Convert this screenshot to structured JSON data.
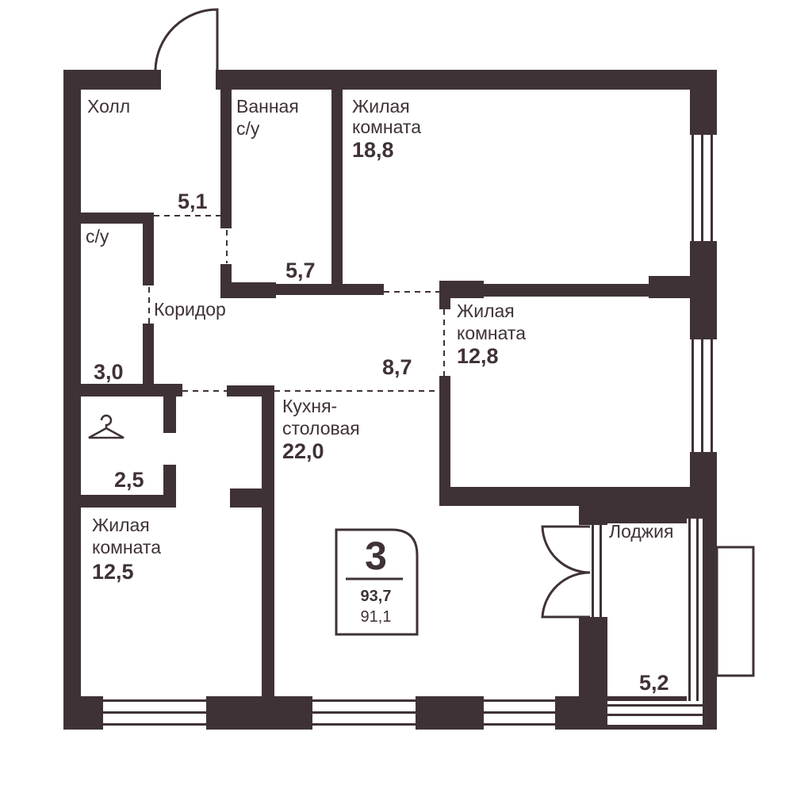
{
  "colors": {
    "wall": "#3f3236",
    "background": "#ffffff",
    "dashed": "#3f3236"
  },
  "rooms": {
    "hall": {
      "name": "Холл",
      "area": "5,1"
    },
    "bathroom": {
      "name_line1": "Ванная",
      "name_line2": "с/у",
      "area": "5,7"
    },
    "living1": {
      "name_line1": "Жилая",
      "name_line2": "комната",
      "area": "18,8"
    },
    "wc": {
      "name": "с/у",
      "area": "3,0"
    },
    "corridor": {
      "name": "Коридор",
      "area": "8,7"
    },
    "living2": {
      "name_line1": "Жилая",
      "name_line2": "комната",
      "area": "12,8"
    },
    "kitchen": {
      "name_line1": "Кухня-",
      "name_line2": "столовая",
      "area": "22,0"
    },
    "wardrobe": {
      "icon": "hanger-icon",
      "area": "2,5"
    },
    "living3": {
      "name_line1": "Жилая",
      "name_line2": "комната",
      "area": "12,5"
    },
    "loggia": {
      "name": "Лоджия",
      "area": "5,2"
    }
  },
  "badge": {
    "rooms_count": "3",
    "total_area": "93,7",
    "living_area": "91,1"
  }
}
